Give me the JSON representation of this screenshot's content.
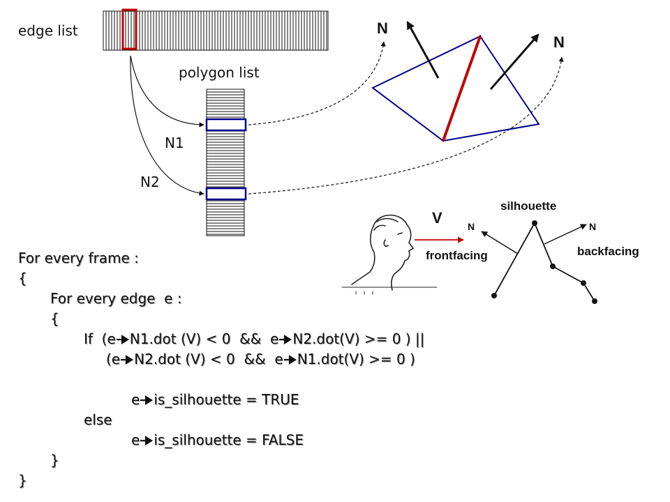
{
  "labels": {
    "edge_list": "edge list",
    "polygon_list": "polygon list",
    "n1": "N1",
    "n2": "N2",
    "normal_left": "N",
    "normal_right": "N",
    "view": "V",
    "silhouette": "silhouette",
    "n_small_left": "N",
    "n_small_right": "N",
    "frontfacing": "frontfacing",
    "backfacing": "backfacing"
  },
  "code": {
    "line1": "For every frame :",
    "line2": "{",
    "line3": "For every edge  e :",
    "line4": "{",
    "line5a": "If  (e",
    "line5b": "N1.dot (V) < 0  &&  e",
    "line5c": "N2.dot(V) >= 0 ) ||",
    "line6a": "(e",
    "line6b": "N2.dot (V) < 0  &&  e",
    "line6c": "N1.dot(V) >= 0 )",
    "line7a": "e",
    "line7b": "is_silhouette = TRUE",
    "line8": "else",
    "line9a": "e",
    "line9b": "is_silhouette = FALSE",
    "line10": "}",
    "line11": "}"
  },
  "colors": {
    "edge_highlight": "#c00000",
    "polygon_outline": "#00008b",
    "view_arrow": "#c00000"
  }
}
